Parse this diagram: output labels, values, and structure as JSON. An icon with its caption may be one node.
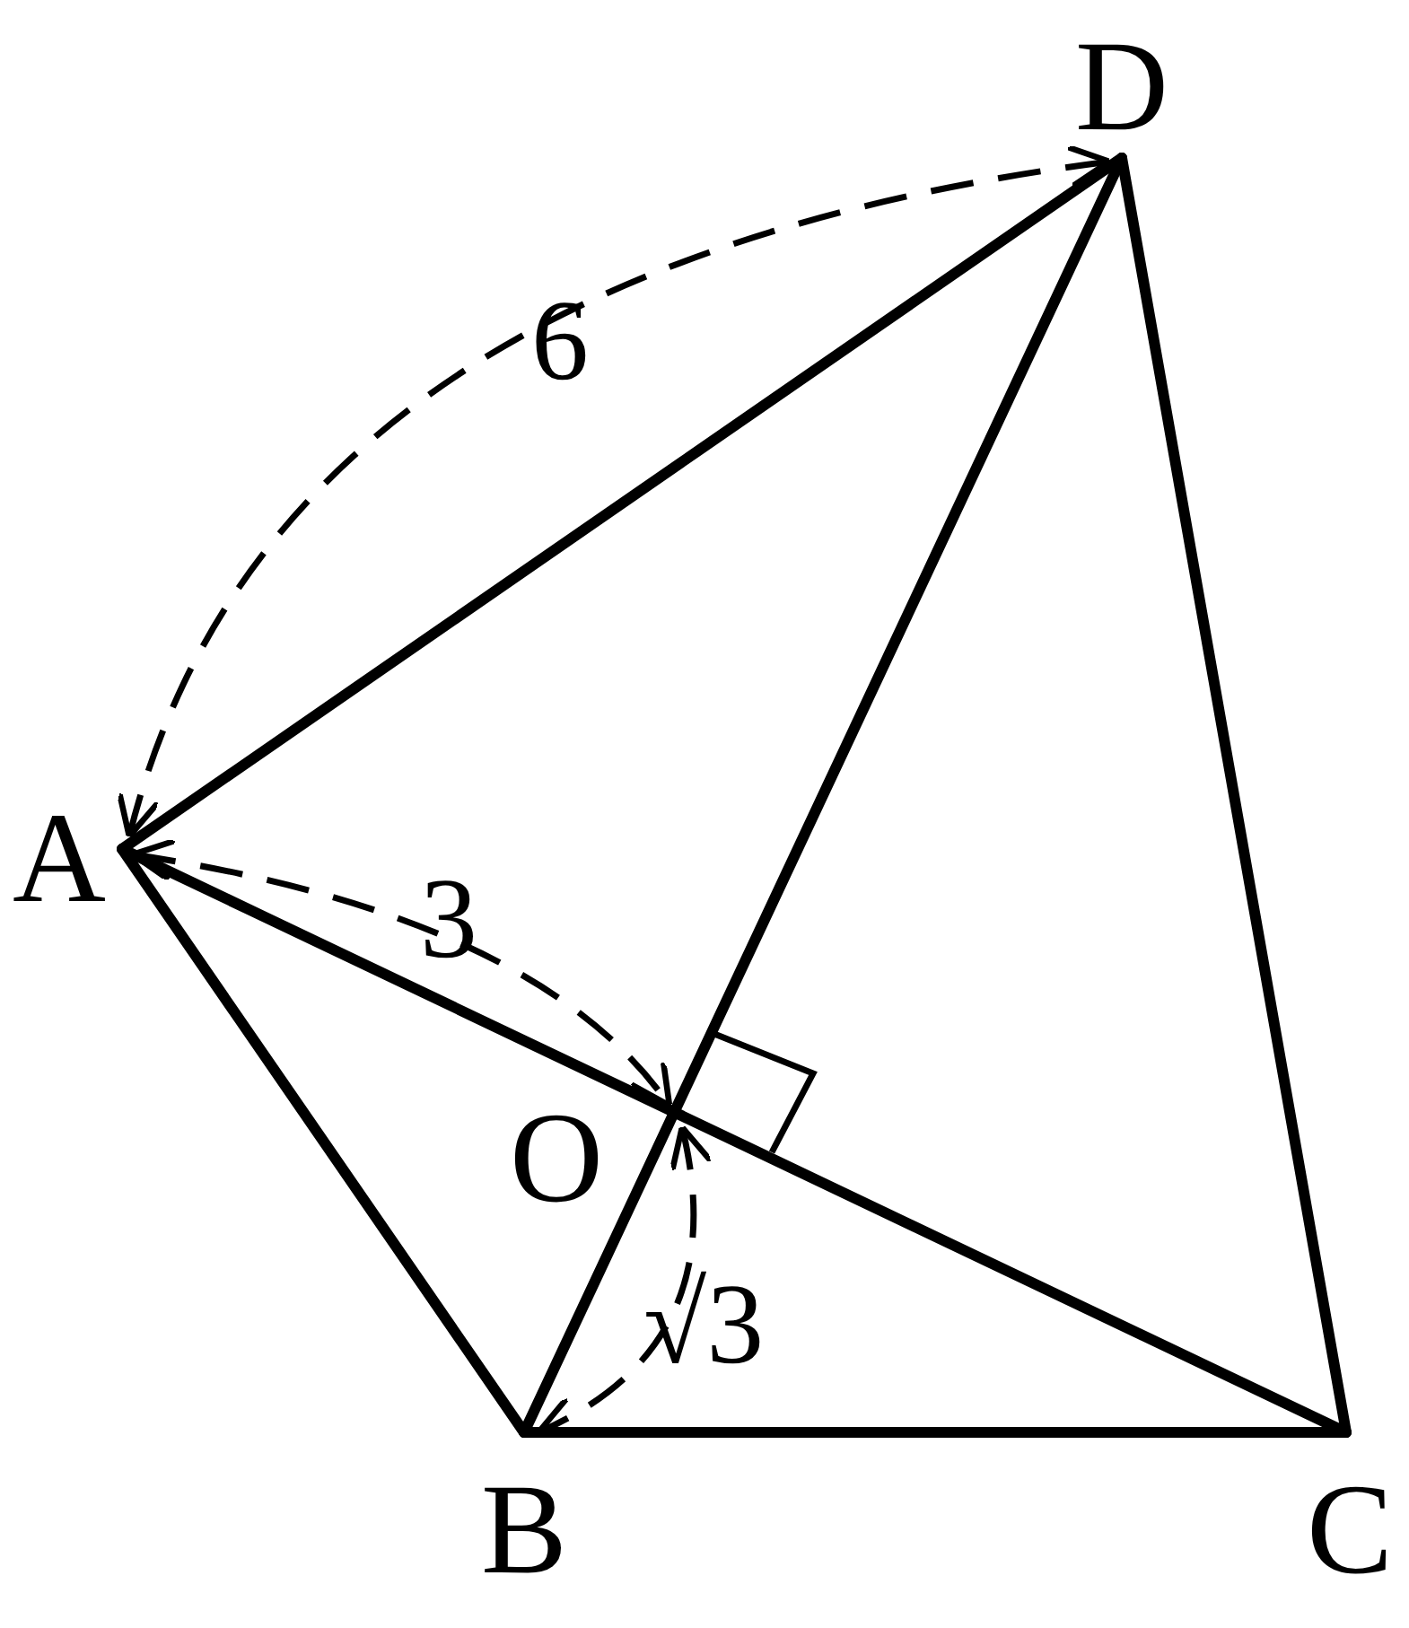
{
  "diagram": {
    "nodes": [
      {
        "text": [
          "D"
        ]
      },
      {
        "text": [
          "A"
        ]
      },
      {
        "text": [
          "O"
        ]
      },
      {
        "text": [
          "B"
        ]
      },
      {
        "text": [
          "C"
        ]
      }
    ],
    "edges": [
      {
        "from": 1,
        "to": 0,
        "arrow": "none"
      },
      {
        "from": 1,
        "to": 3,
        "arrow": "none"
      },
      {
        "from": 1,
        "to": 4,
        "arrow": "none"
      },
      {
        "from": 3,
        "to": 0,
        "arrow": "none"
      },
      {
        "from": 3,
        "to": 4,
        "arrow": "none"
      },
      {
        "from": 0,
        "to": 4,
        "arrow": "none"
      }
    ],
    "labels": [
      "6",
      "3",
      "√3"
    ]
  }
}
